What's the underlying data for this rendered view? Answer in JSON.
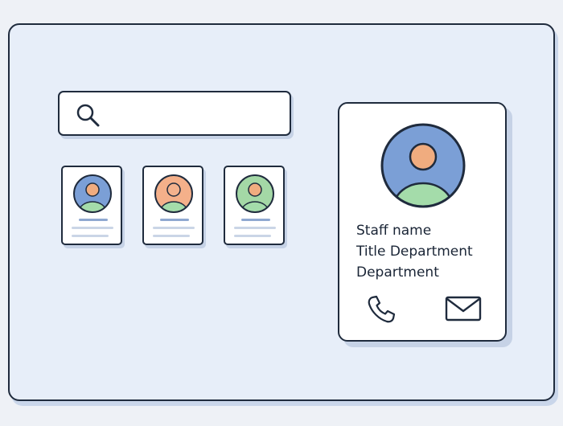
{
  "search": {
    "placeholder": "",
    "icon": "search-icon"
  },
  "staff_cards": [
    {
      "avatar_color": "#7b9fd6",
      "face_color": "#f0ac7f",
      "body_color": "#a4dcaa"
    },
    {
      "avatar_color": "#f4b08a",
      "face_color": "#f3b28d",
      "body_color": "#a4dcaa"
    },
    {
      "avatar_color": "#a4d8a6",
      "face_color": "#f0ac7f",
      "body_color": "#a4dcaa"
    }
  ],
  "detail": {
    "name": "Staff name",
    "title": "Title Department",
    "department": "Department",
    "avatar_color": "#7b9fd6",
    "face_color": "#f0ac7f",
    "body_color": "#a4dcaa",
    "actions": [
      {
        "icon": "phone-icon"
      },
      {
        "icon": "mail-icon"
      }
    ]
  },
  "colors": {
    "outline": "#1f2b3d",
    "window_bg": "#e7eef9",
    "shadow": "#c6d2e6"
  }
}
